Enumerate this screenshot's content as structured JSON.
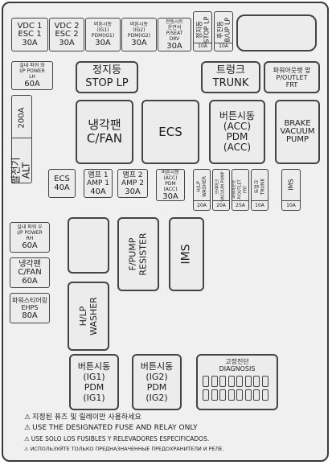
{
  "top_fuses": [
    {
      "name": "VDC 1\nESC 1",
      "amp": "30A"
    },
    {
      "name": "VDC 2\nESC 2",
      "amp": "30A"
    },
    {
      "name": "버튼시동\n(IG1)\nPDM(IG1)",
      "amp": "30A"
    },
    {
      "name": "버튼시동\n(IG2)\nPDM(IG2)",
      "amp": "30A"
    },
    {
      "name": "전동시트\n운전석\nP/SEAT\nDRV",
      "amp": "30A"
    },
    {
      "name": "정지등\nSTOP LP",
      "amp": "10A"
    },
    {
      "name": "후진등\nB/UP LP",
      "amp": "10A"
    }
  ],
  "power_lh": {
    "name": "실내 파워 좌\nI/P POWER\nLH",
    "amp": "60A"
  },
  "stop_lp_relay": "정지등\nSTOP LP",
  "trunk_relay": "트렁크\nTRUNK",
  "p_outlet_relay": "파워아웃렛 앞\nP/OUTLET\nFRT",
  "alt_amp": "200A",
  "alt_name": "발전기\nALT",
  "cfan_relay": "냉각팬\nC/FAN",
  "ecs_relay": "ECS",
  "pdm_acc_relay": "버튼시동\n(ACC)\nPDM\n(ACC)",
  "brake_relay": "BRAKE\nVACUUM\nPUMP",
  "mid_fuses": [
    {
      "name": "ECS",
      "amp": "40A"
    },
    {
      "name": "앰프 1\nAMP 1",
      "amp": "40A"
    },
    {
      "name": "앰프 2\nAMP 2",
      "amp": "30A"
    },
    {
      "name": "버튼시동\n(ACC)\nPDM\n(ACC)",
      "amp": "30A"
    }
  ],
  "mini_fuses": [
    {
      "name": "H/LP\nWASHER",
      "amp": "20A"
    },
    {
      "name": "브레이크\nVACUUM PUMP",
      "amp": "20A"
    },
    {
      "name": "파워아웃렛\nP/OUTLET\nFRT",
      "amp": "25A"
    },
    {
      "name": "트렁크\nTRUNK",
      "amp": "10A"
    },
    {
      "name": "IMS",
      "amp": "10A"
    }
  ],
  "left_fuses": [
    {
      "name": "실내 파워 우\nI/P POWER\nRH",
      "amp": "60A"
    },
    {
      "name": "냉각팬\nC/FAN",
      "amp": "60A"
    },
    {
      "name": "파워스티어링\nEHPS",
      "amp": "80A"
    }
  ],
  "fpump_relay": "F/PUMP\nRESISTER",
  "ims_relay": "IMS",
  "hlp_relay": "H/LP\nWASHER",
  "pdm_ig1": "버튼시동\n(IG1)\nPDM\n(IG1)",
  "pdm_ig2": "버튼시동\n(IG2)\nPDM\n(IG2)",
  "diagnosis": "고장진단\nDIAGNOSIS",
  "warnings": [
    "지정된 퓨즈 및 릴레이만 사용하세요",
    "USE THE DESIGNATED FUSE AND RELAY ONLY",
    "USE SOLO LOS FUSIBLES Y RELEVADORES ESPECIFICADOS.",
    "ИСПОЛЬЗУЙТЕ ТОЛЬКО ПРЕДНАЗНАЧЕННЫЕ ПРЕДОХРАНИТЕЛИ И РЕЛЕ."
  ],
  "warning_icon": "warning-triangle-icon"
}
